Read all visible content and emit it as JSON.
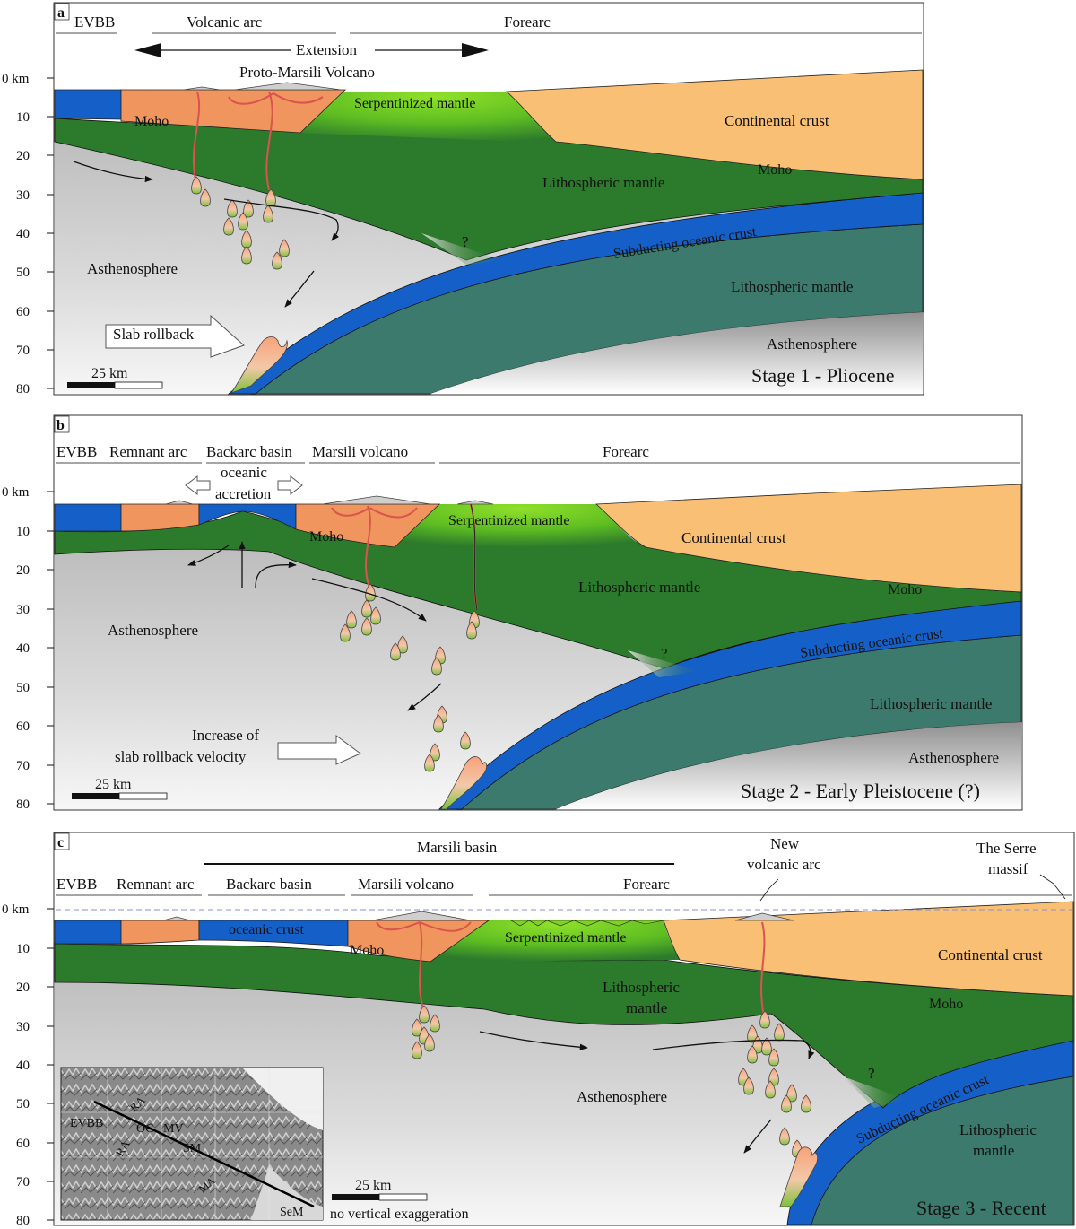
{
  "depth_unit_label": "0 km",
  "depth_ticks": [
    "10",
    "20",
    "30",
    "40",
    "50",
    "60",
    "70",
    "80"
  ],
  "scale_bar_label": "25 km",
  "colors": {
    "backarc_crust": "#1560c8",
    "arc_crust": "#f0955e",
    "continental_crust": "#f9bf74",
    "lithospheric_mantle": "#2c7a2c",
    "deep_lithosphere": "#3b7a6c",
    "serpentinized": "#7ed321",
    "asthenosphere": "#d4d4d4",
    "magma": "#d9534f"
  },
  "panels": [
    {
      "letter": "a",
      "zones": [
        "EVBB",
        "Volcanic arc",
        "Forearc"
      ],
      "extension_label": "Extension",
      "volcano_label": "Proto-Marsili Volcano",
      "labels": {
        "moho_left": "Moho",
        "serpentinized": "Serpentinized mantle",
        "continental": "Continental crust",
        "moho_right": "Moho",
        "lith_mantle": "Lithospheric mantle",
        "subducting": "Subducting oceanic crust",
        "lith_mantle_lower": "Lithospheric mantle",
        "astheno_left": "Asthenosphere",
        "astheno_right": "Asthenosphere",
        "question": "?"
      },
      "rollback_label": "Slab rollback",
      "stage": "Stage 1 - Pliocene"
    },
    {
      "letter": "b",
      "zones": [
        "EVBB",
        "Remnant arc",
        "Backarc basin",
        "Marsili volcano",
        "Forearc"
      ],
      "accretion_line1": "oceanic",
      "accretion_line2": "accretion",
      "labels": {
        "moho_left": "Moho",
        "serpentinized": "Serpentinized mantle",
        "continental": "Continental crust",
        "moho_right": "Moho",
        "lith_mantle": "Lithospheric mantle",
        "subducting": "Subducting oceanic crust",
        "lith_mantle_lower": "Lithospheric mantle",
        "astheno_left": "Asthenosphere",
        "astheno_right": "Asthenosphere",
        "question": "?"
      },
      "rollback_line1": "Increase of",
      "rollback_line2": "slab rollback velocity",
      "stage": "Stage 2 - Early Pleistocene (?)"
    },
    {
      "letter": "c",
      "basin_label": "Marsili basin",
      "zones": [
        "EVBB",
        "Remnant arc",
        "Backarc basin",
        "Marsili volcano",
        "Forearc"
      ],
      "new_arc_line1": "New",
      "new_arc_line2": "volcanic arc",
      "serre_line1": "The Serre",
      "serre_line2": "massif",
      "labels": {
        "oceanic_crust": "oceanic crust",
        "moho_left": "Moho",
        "serpentinized": "Serpentinized mantle",
        "continental": "Continental crust",
        "moho_right": "Moho",
        "lith_line1": "Lithospheric",
        "lith_line2": "mantle",
        "subducting": "Subducting  oceanic crust",
        "lith_lower_line1": "Lithospheric",
        "lith_lower_line2": "mantle",
        "astheno": "Asthenosphere",
        "question": "?"
      },
      "inset": {
        "labels": [
          "EVBB",
          "RA",
          "RA",
          "OC",
          "MV",
          "SM",
          "MA",
          "SeM"
        ]
      },
      "scale_note": "no vertical exaggeration",
      "stage": "Stage 3 - Recent"
    }
  ]
}
